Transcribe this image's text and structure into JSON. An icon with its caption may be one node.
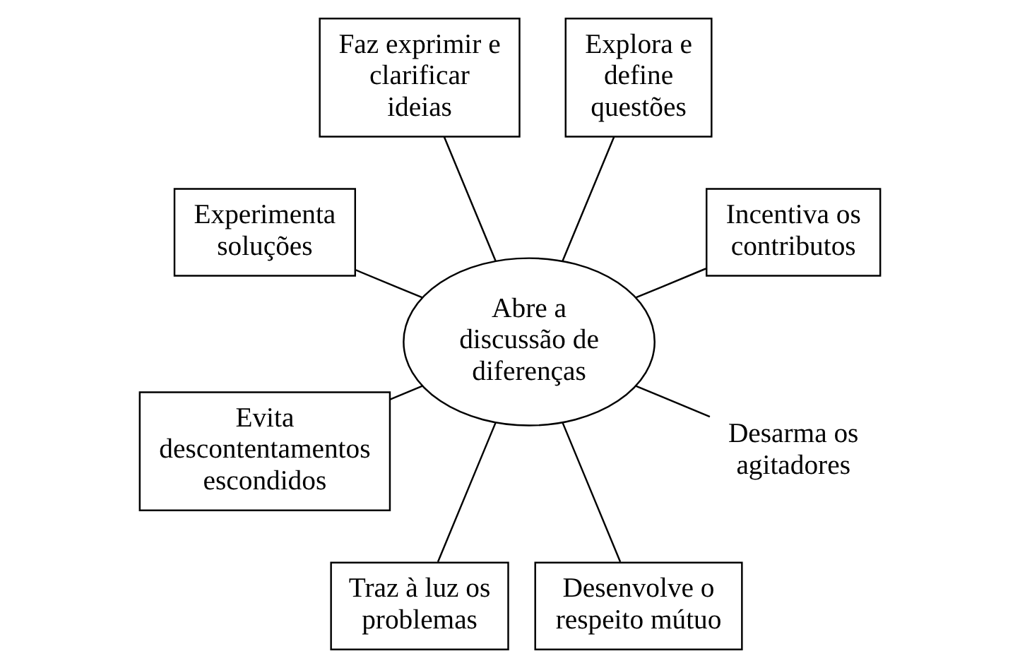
{
  "diagram": {
    "nodes": [
      {
        "text": [
          "Abre a discussão de diferenças"
        ]
      },
      {
        "text": [
          "Incentiva os contributos"
        ]
      },
      {
        "text": [
          "Explora e define questões"
        ]
      },
      {
        "text": [
          "Faz exprimir e clarificar ideias"
        ]
      },
      {
        "text": [
          "Experimenta soluções"
        ]
      },
      {
        "text": [
          "Evita descontentamentos escondidos"
        ]
      },
      {
        "text": [
          "Traz à luz os problemas"
        ]
      },
      {
        "text": [
          "Desenvolve o respeito mútuo"
        ]
      },
      {
        "text": [
          "Desarma os agitadores"
        ]
      }
    ],
    "edges": [
      {
        "from": 0,
        "to": 1,
        "arrow": "none"
      },
      {
        "from": 0,
        "to": 2,
        "arrow": "none"
      },
      {
        "from": 0,
        "to": 3,
        "arrow": "none"
      },
      {
        "from": 0,
        "to": 4,
        "arrow": "none"
      },
      {
        "from": 0,
        "to": 5,
        "arrow": "none"
      },
      {
        "from": 0,
        "to": 6,
        "arrow": "none"
      },
      {
        "from": 0,
        "to": 7,
        "arrow": "none"
      },
      {
        "from": 0,
        "to": 8,
        "arrow": "none"
      }
    ]
  }
}
